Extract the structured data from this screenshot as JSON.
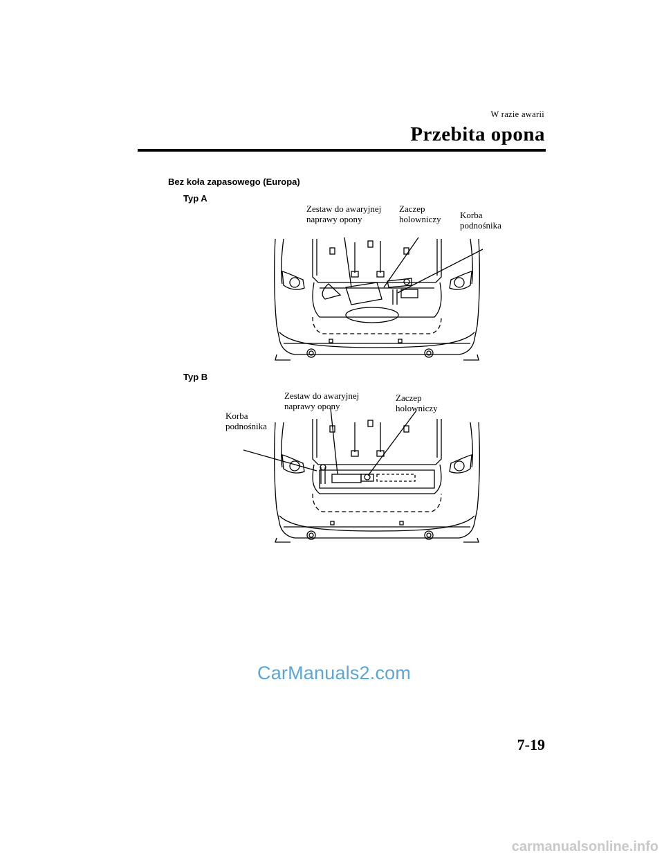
{
  "header": {
    "section": "W razie awarii",
    "title": "Przebita opona"
  },
  "content": {
    "heading": "Bez koła zapasowego (Europa)",
    "figure_a": {
      "label": "Typ A",
      "callouts": {
        "repair_kit": "Zestaw do awaryjnej\nnaprawy opony",
        "tow_hook": "Zaczep\nholowniczy",
        "jack_handle": "Korba\npodnośnika"
      }
    },
    "figure_b": {
      "label": "Typ B",
      "callouts": {
        "repair_kit": "Zestaw do awaryjnej\nnaprawy opony",
        "tow_hook": "Zaczep\nholowniczy",
        "jack_handle": "Korba\npodnośnika"
      }
    }
  },
  "footer": {
    "page_number": "7-19",
    "watermark": "CarManuals2.com",
    "site": "carmanualsonline.info"
  }
}
